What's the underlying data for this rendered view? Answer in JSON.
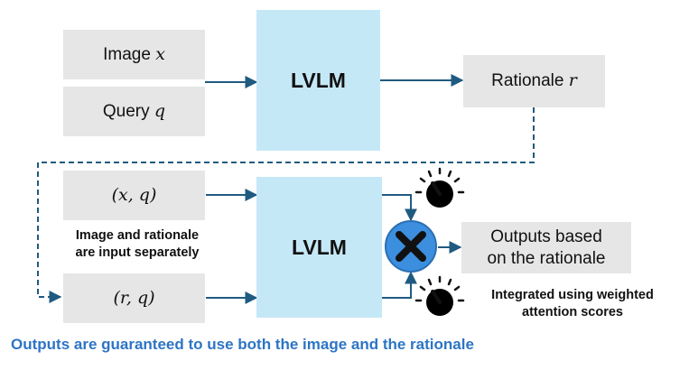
{
  "top_row": {
    "image_input": {
      "text": "Image ",
      "var": "x"
    },
    "query_input": {
      "text": "Query ",
      "var": "q"
    },
    "lvlm": "LVLM",
    "rationale_output": {
      "text": "Rationale ",
      "var": "r"
    }
  },
  "bottom_row": {
    "xq_input": "(x, q)",
    "rq_input": "(r, q)",
    "lvlm": "LVLM",
    "outputs": {
      "line1": "Outputs based",
      "line2": "on the rationale"
    },
    "note_separate": {
      "line1": "Image and rationale",
      "line2": "are input separately"
    },
    "note_weighted": {
      "line1": "Integrated using weighted",
      "line2": "attention scores"
    }
  },
  "caption": "Outputs are guaranteed to use both the image and the rationale",
  "colors": {
    "box_grey": "#e6e6e6",
    "lvlm_blue": "#c5e8f7",
    "arrow": "#1f5a80",
    "caption_blue": "#2d74c4",
    "combine_circle": "#3c8ede"
  },
  "icons": [
    "multiply-icon",
    "dial-knob-icon"
  ]
}
